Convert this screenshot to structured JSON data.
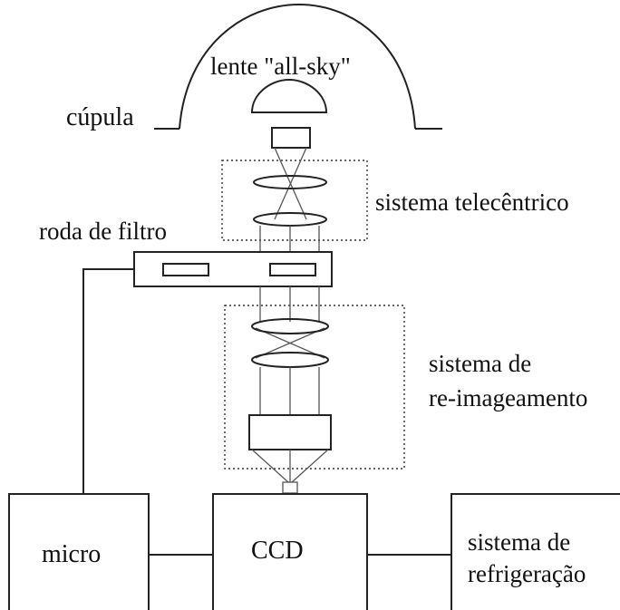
{
  "labels": {
    "dome": "cúpula",
    "lens": "lente \"all-sky\"",
    "telecentric": "sistema telecêntrico",
    "filter_wheel": "roda de filtro",
    "reimaging_line1": "sistema de",
    "reimaging_line2": "re-imageamento",
    "micro": "micro",
    "ccd": "CCD",
    "cooling_line1": "sistema de",
    "cooling_line2": "refrigeração"
  }
}
